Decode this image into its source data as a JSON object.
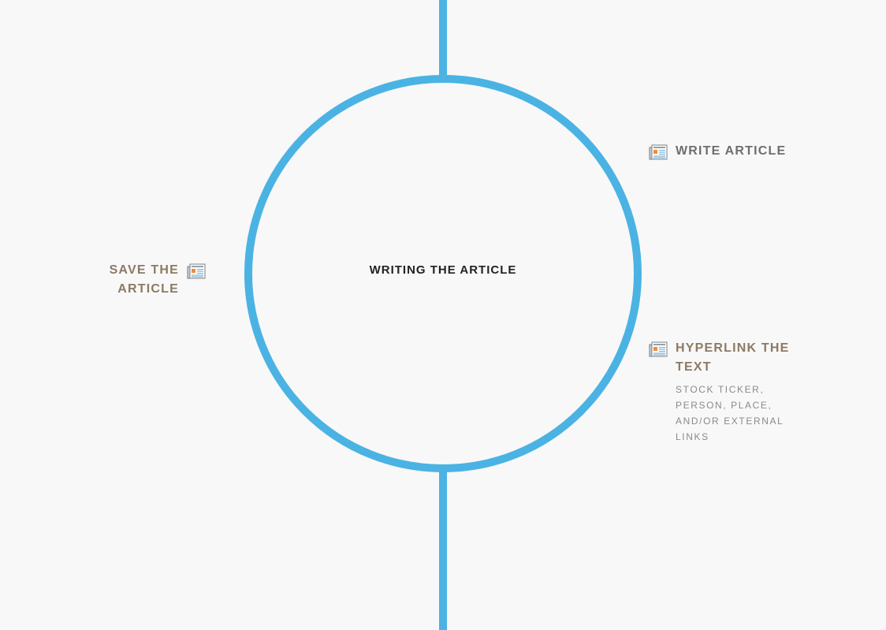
{
  "diagram": {
    "center_label": "WRITING THE ARTICLE",
    "line_color": "#4ab3e3",
    "steps": [
      {
        "label": "WRITE ARTICLE",
        "icon": "newspaper-icon",
        "color": "#6e6e6e"
      },
      {
        "label": "SAVE THE ARTICLE",
        "icon": "newspaper-icon",
        "color": "#8c7a63"
      },
      {
        "label": "HYPERLINK THE TEXT",
        "icon": "newspaper-icon",
        "color": "#8c7a63",
        "description": "STOCK TICKER, PERSON, PLACE, AND/OR EXTERNAL LINKS"
      }
    ]
  }
}
